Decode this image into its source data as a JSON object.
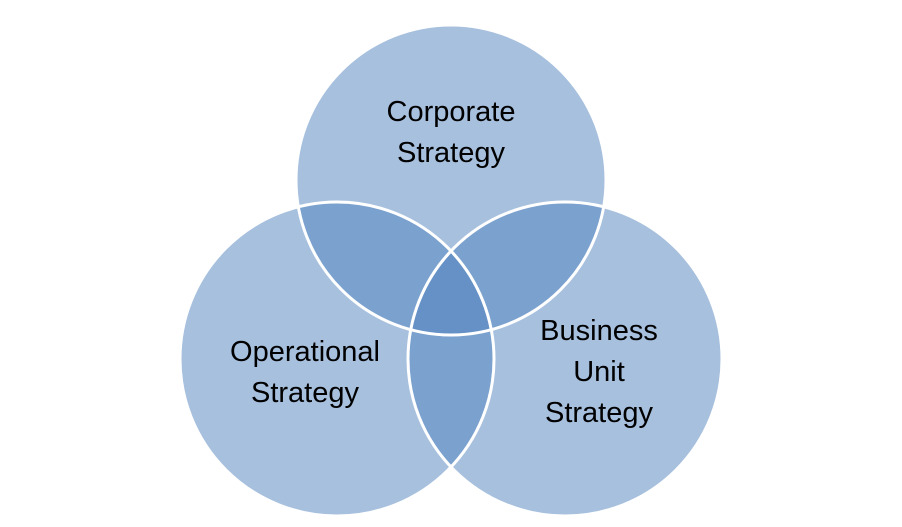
{
  "diagram": {
    "type": "venn",
    "fill_color": "#4f81bd",
    "circles": [
      {
        "id": "corporate",
        "label_lines": [
          "Corporate",
          "Strategy"
        ]
      },
      {
        "id": "operational",
        "label_lines": [
          "Operational",
          "Strategy"
        ]
      },
      {
        "id": "business-unit",
        "label_lines": [
          "Business",
          "Unit",
          "Strategy"
        ]
      }
    ]
  }
}
